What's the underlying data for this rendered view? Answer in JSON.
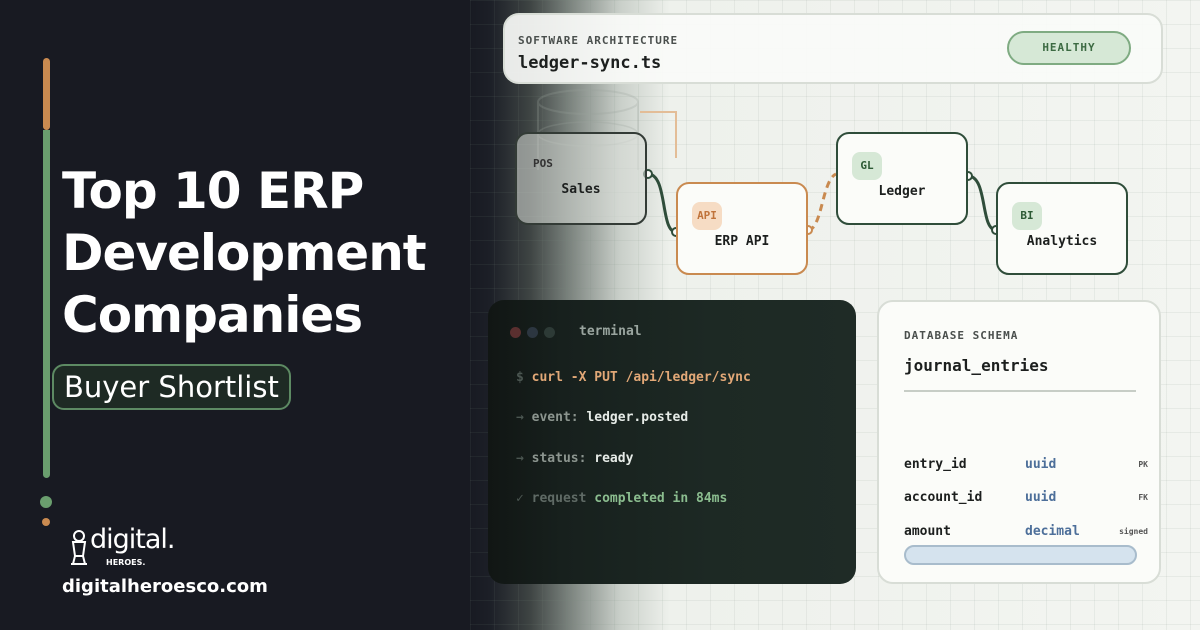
{
  "hero": {
    "headline_lines": [
      "Top 10 ERP",
      "Development",
      "Companies"
    ],
    "tag": "Buyer Shortlist"
  },
  "brand": {
    "logo_text": "digital.",
    "logo_sub": "HEROES.",
    "website": "digitalheroesco.com"
  },
  "architecture": {
    "eyebrow": "SOFTWARE ARCHITECTURE",
    "file": "ledger-sync.ts",
    "status": "HEALTHY"
  },
  "flow": {
    "nodes": [
      {
        "tag": "POS",
        "label": "Sales"
      },
      {
        "tag": "API",
        "label": "ERP API"
      },
      {
        "tag": "GL",
        "label": "Ledger"
      },
      {
        "tag": "BI",
        "label": "Analytics"
      }
    ]
  },
  "terminal": {
    "title": "terminal",
    "lines": [
      {
        "prefix": "$",
        "text": "curl -X PUT /api/ledger/sync"
      },
      {
        "prefix": "→",
        "key": "event:",
        "value": "ledger.posted"
      },
      {
        "prefix": "→",
        "key": "status:",
        "value": "ready"
      },
      {
        "prefix": "✓",
        "key": "request",
        "value": "completed in 84ms"
      }
    ]
  },
  "schema": {
    "eyebrow": "DATABASE SCHEMA",
    "table": "journal_entries",
    "fields": [
      {
        "name": "entry_id",
        "type": "uuid",
        "key": "PK"
      },
      {
        "name": "account_id",
        "type": "uuid",
        "key": "FK"
      },
      {
        "name": "amount",
        "type": "decimal",
        "key": "signed"
      }
    ]
  },
  "colors": {
    "accent_orange": "#c98a50",
    "accent_green": "#6a9e6e",
    "dark_bg": "#181a22"
  }
}
